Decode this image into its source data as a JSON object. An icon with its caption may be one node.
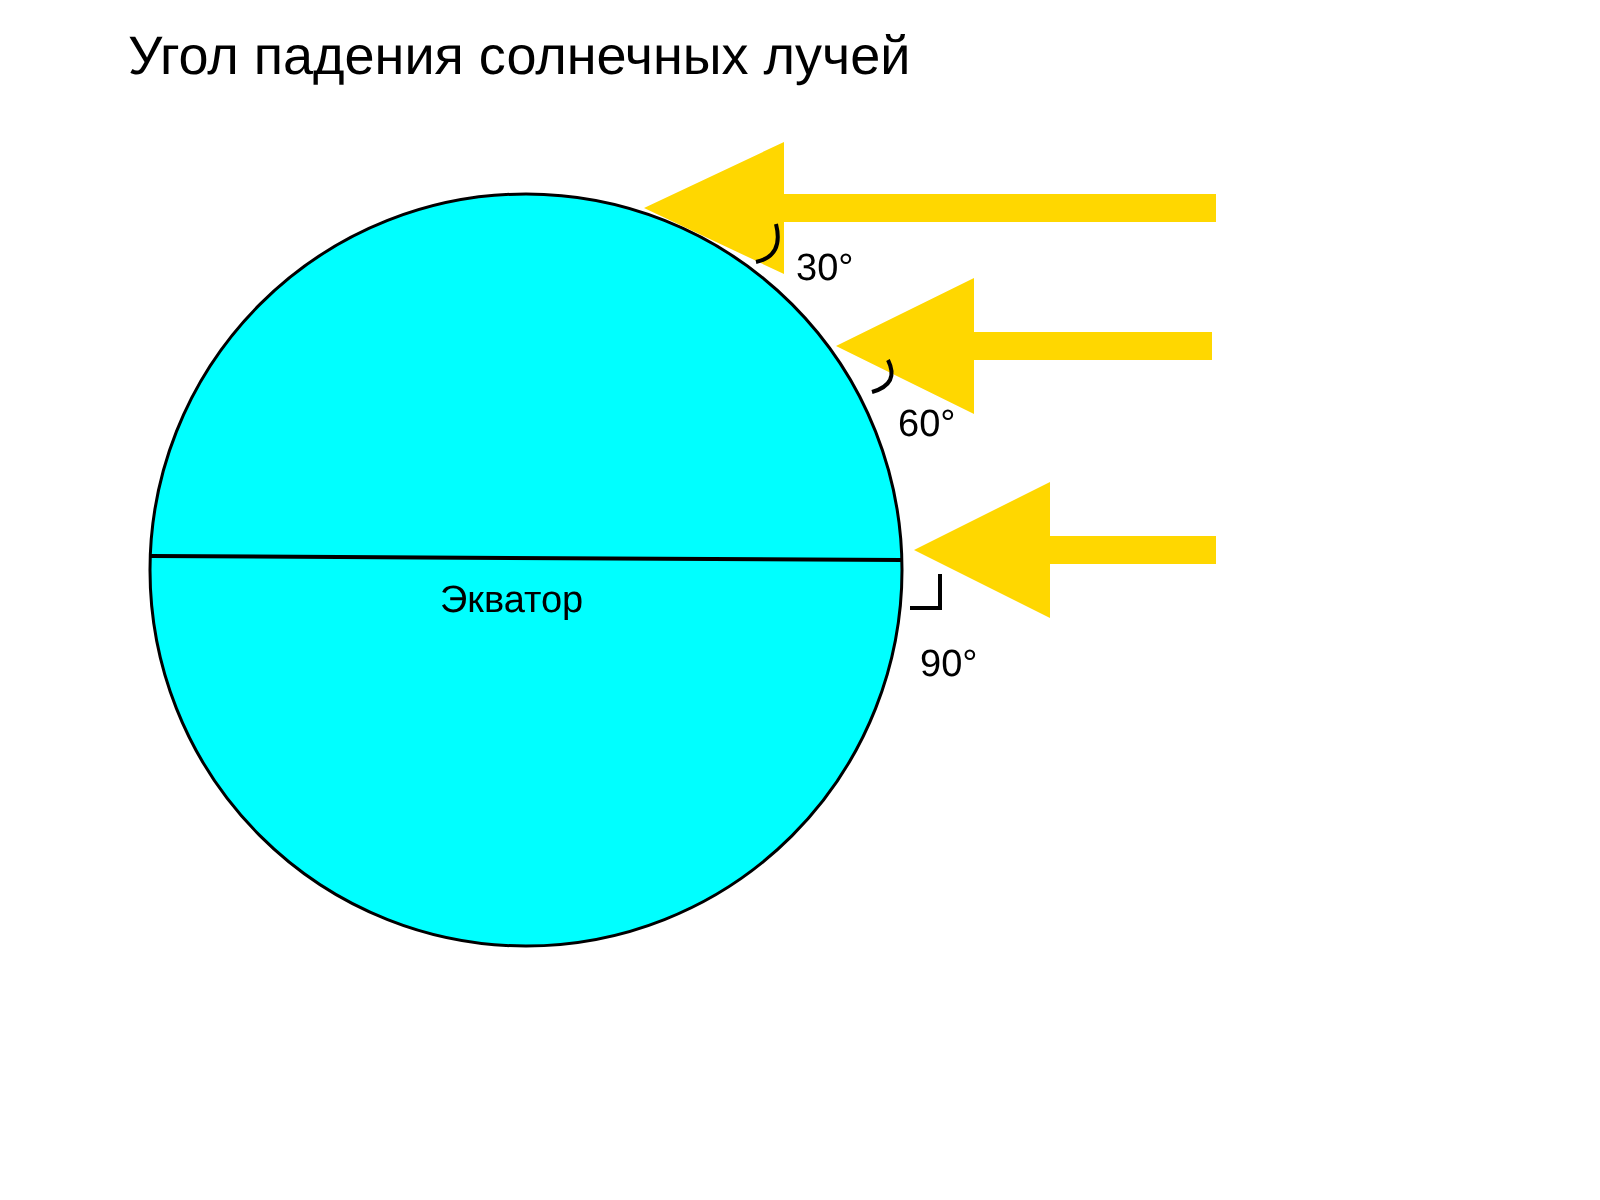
{
  "diagram": {
    "title": "Угол падения солнечных лучей",
    "labels": [
      "30°",
      "60°",
      "Экватор",
      "90°"
    ]
  }
}
